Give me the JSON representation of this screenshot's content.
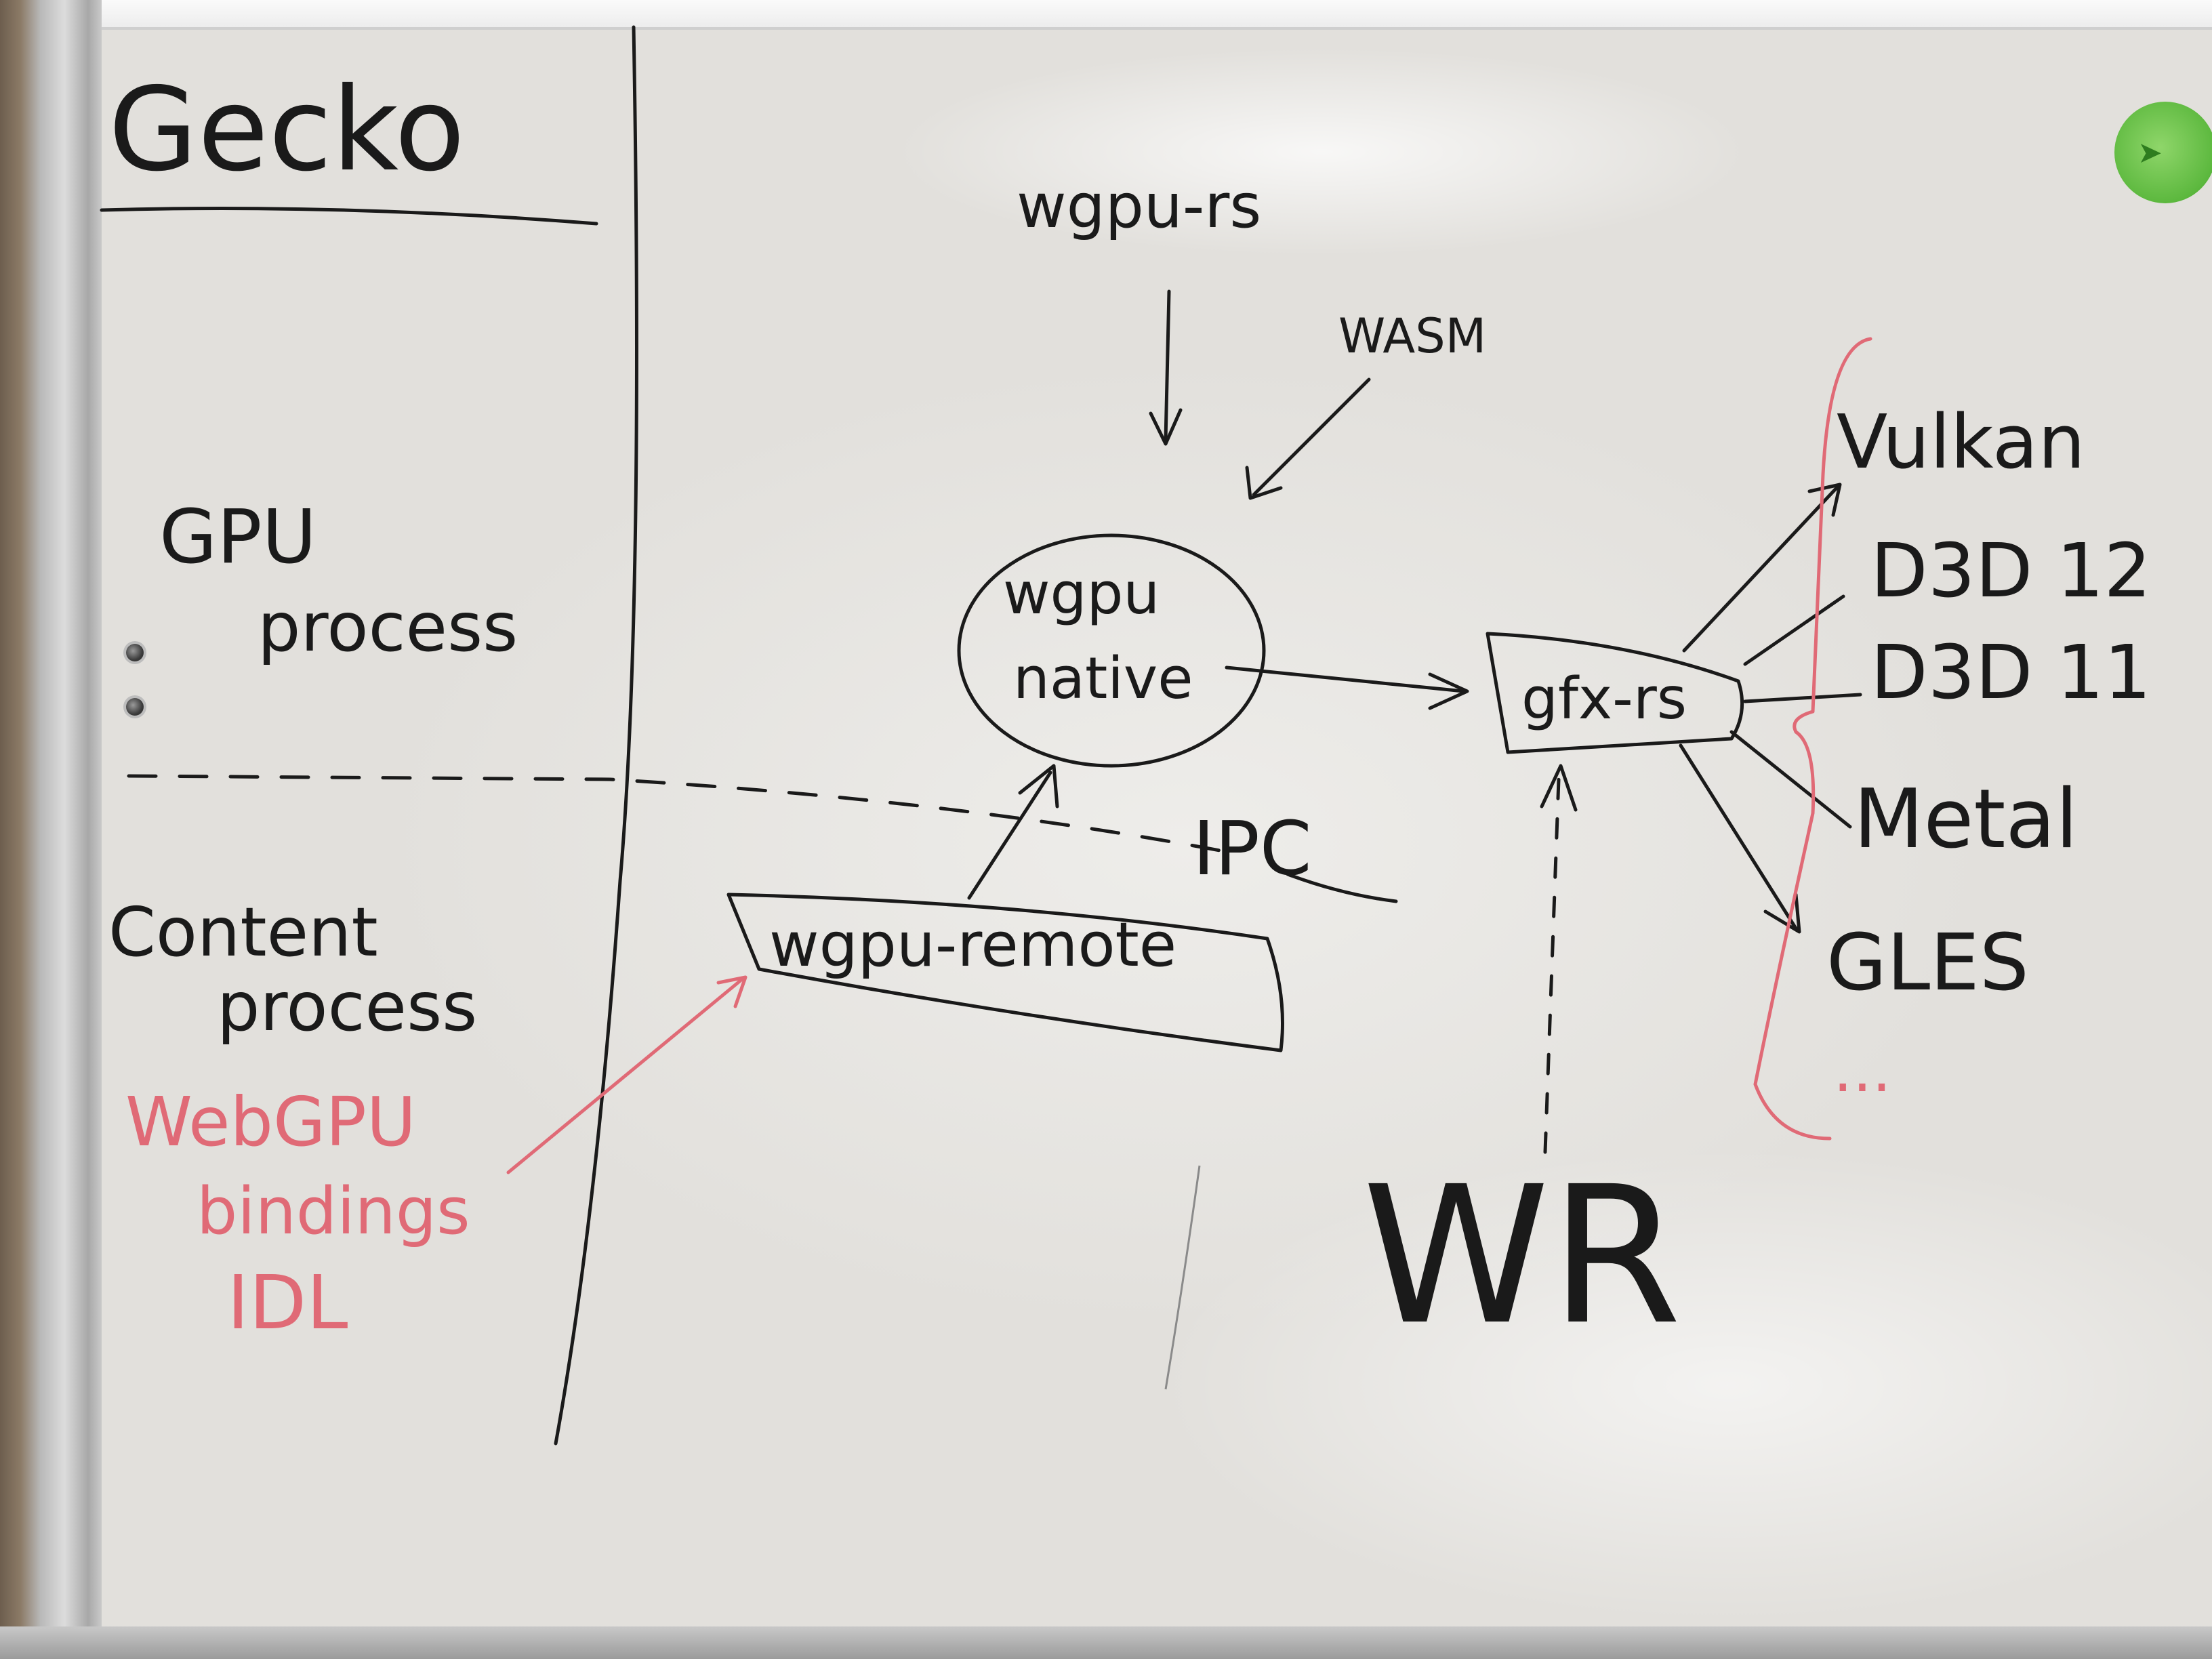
{
  "gecko_title": "Gecko",
  "gpu_process": [
    "GPU",
    "process"
  ],
  "content_process": [
    "Content",
    "process"
  ],
  "ipc_label": "IPC",
  "wgpu_rs": "wgpu-rs",
  "wasm": "WASM",
  "wgpu_native": [
    "wgpu",
    "native"
  ],
  "wgpu_remote": "wgpu-remote",
  "gfx_rs": "gfx-rs",
  "webgpu_bindings": [
    "WebGPU",
    "bindings",
    "IDL"
  ],
  "backends": [
    "Vulkan",
    "D3D 12",
    "D3D 11",
    "Metal",
    "GLES",
    "..."
  ],
  "wr": "WR",
  "colors": {
    "ink": "#1a1a1a",
    "red_marker": "#e06a76",
    "board": "#e6e4e0"
  },
  "icons": [
    "magnet-icon",
    "sticker-icon"
  ]
}
